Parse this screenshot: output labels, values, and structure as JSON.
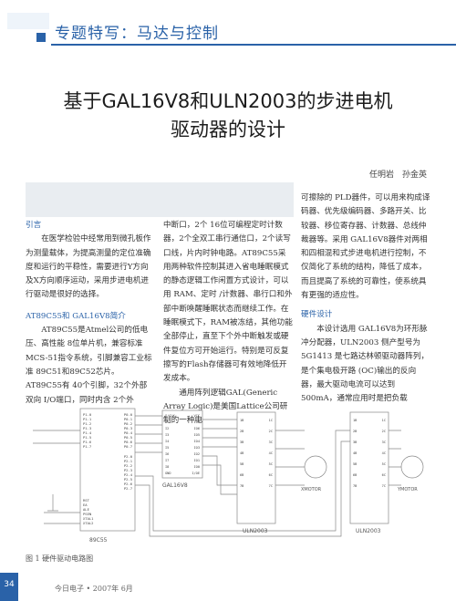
{
  "header": {
    "section": "专题特写：马达与控制"
  },
  "title": {
    "line1": "基于GAL16V8和ULN2003的步进电机",
    "line2": "驱动器的设计"
  },
  "authors": "任明岩　孙金英",
  "col1": {
    "intro_head": "引言",
    "intro_body": "在医学检验中经常用到微孔板作为测量载体，为提高测量的定位准确度和运行的平稳性，需要进行Y方向及X方向顺序运动，采用步进电机进行驱动是很好的选择。",
    "sec1_head": "AT89C55和 GAL16V8简介",
    "sec1_body": "AT89C55是Atmel公司的低电压、高性能 8位单片机，兼容标准MCS-51指令系统，引脚兼容工业标准 89C51和89C52芯片。AT89C55有 40个引脚，32个外部双向 I/O端口，同时内含 2个外"
  },
  "col2": {
    "body1": "中断口，2个 16位可编程定时计数器，2个全双工串行通信口，2个读写口线，片内时钟电路。AT89C55采用两种软件控制其进入省电睡眠模式的静态逻辑工作闲置方式设计，可以用 RAM、定时 /计数器、串行口和外部中断唤醒睡眠状态而继续工作。在睡眠模式下，RAM被冻结，其他功能全部停止，直至下个外中断触发或硬件复位方可开始运行。特别是可反复擦写的Flash存储器可有效地降低开发成本。",
    "body2": "通用阵列逻辑GAL(Generic Array Logic)是美国Lattice公司研制的一种电"
  },
  "col3": {
    "body1": "可擦除的 PLD器件，可以用来构成译码器、优先级编码器、多路开关、比较器、移位寄存器、计数器、总线仲裁器等。采用 GAL16V8器件对两相和四相混和式步进电机进行控制，不仅简化了系统的结构，降低了成本，而且提高了系统的可靠性，使系统具有更强的适应性。",
    "sec2_head": "硬件设计",
    "body2": "本设计选用 GAL16V8为环形脉冲分配器，ULN2003 侧产型号为 5G1413 是七路达林顿驱动器阵列，是个集电极开路 (OC)输出的反向器，最大驱动电流可以达到 500mA，通常应用时是把负载"
  },
  "circuit": {
    "mcu_label": "89C55",
    "gal_label": "GAL16V8",
    "uln_left": "ULN2003",
    "uln_right": "ULN2003",
    "motor_left": "XMOTOR",
    "motor_right": "YMOTOR",
    "pins_left": [
      "P1.0",
      "P1.1",
      "P1.2",
      "P1.3",
      "P1.4",
      "P1.5",
      "P1.6",
      "P1.7"
    ],
    "pins_right": [
      "P0.0",
      "P0.1",
      "P0.2",
      "P0.3",
      "P0.4",
      "P0.5",
      "P0.6",
      "P0.7"
    ],
    "pins_right2": [
      "P2.0",
      "P2.1",
      "P2.2",
      "P2.3",
      "P2.4",
      "P2.5",
      "P2.6",
      "P2.7"
    ],
    "pins_bottom": [
      "RST",
      "EA",
      "ALE",
      "PSEN",
      "XTAL1",
      "XTAL2"
    ],
    "gal_pins_in": [
      "I/CLK",
      "I1",
      "I2",
      "I3",
      "I4",
      "I5",
      "I6",
      "I7",
      "I8",
      "GND"
    ],
    "gal_pins_out": [
      "VCC",
      "IO7",
      "IO6",
      "IO5",
      "IO4",
      "IO3",
      "IO2",
      "IO1",
      "IO0",
      "I/OE"
    ],
    "uln_pins": [
      "1B",
      "2B",
      "3B",
      "4B",
      "5B",
      "6B",
      "7B"
    ],
    "uln_out": [
      "1C",
      "2C",
      "3C",
      "4C",
      "5C",
      "6C",
      "7C"
    ]
  },
  "caption": "图 1  硬件驱动电路图",
  "footer": {
    "page": "34",
    "text": "今日电子 • 2007年 6月"
  }
}
